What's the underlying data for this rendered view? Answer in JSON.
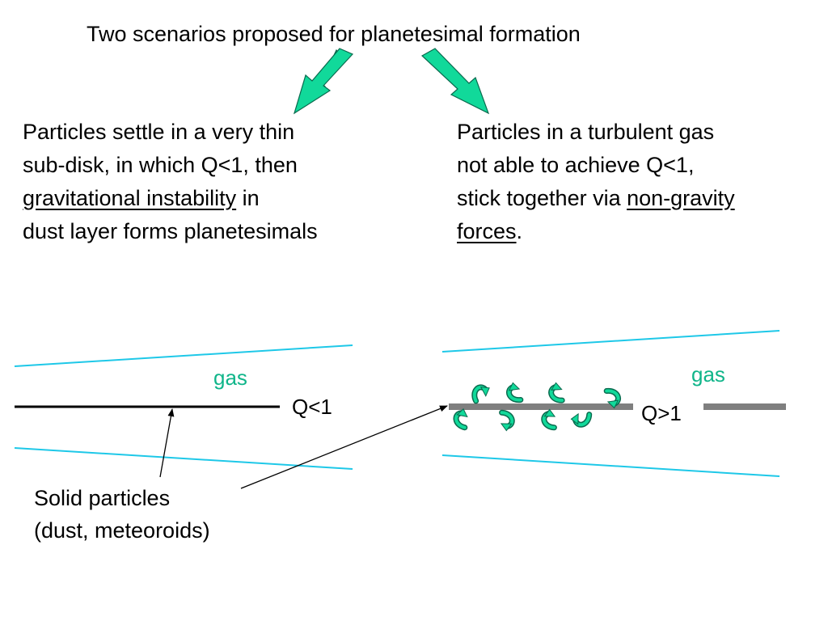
{
  "title": "Two scenarios proposed for planetesimal formation",
  "left_scenario": {
    "line1": "Particles settle in a very thin",
    "line2": "sub-disk, in which Q<1, then",
    "line3_underlined": "gravitational instability",
    "line3_rest": " in",
    "line4": "dust layer forms planetesimals"
  },
  "right_scenario": {
    "line1": "Particles in a turbulent gas",
    "line2": "not able to achieve Q<1,",
    "line3_plain": "stick together via ",
    "line3_underlined": "non-gravity",
    "line4_underlined": "forces",
    "line4_rest": "."
  },
  "left_diagram": {
    "gas_label": "gas",
    "q_label": "Q<1"
  },
  "right_diagram": {
    "gas_label": "gas",
    "q_label": "Q>1"
  },
  "solid_label": {
    "line1": "Solid particles",
    "line2": "(dust, meteoroids)"
  },
  "colors": {
    "gas_boundary": "#1EC8E8",
    "gas_text": "#10B58A",
    "arrow_fill": "#11D99A",
    "grey_layer": "#7F7F7F",
    "dust_layer": "#000000"
  },
  "icons": [
    "down-arrow-icon",
    "curved-arrow-icon"
  ]
}
